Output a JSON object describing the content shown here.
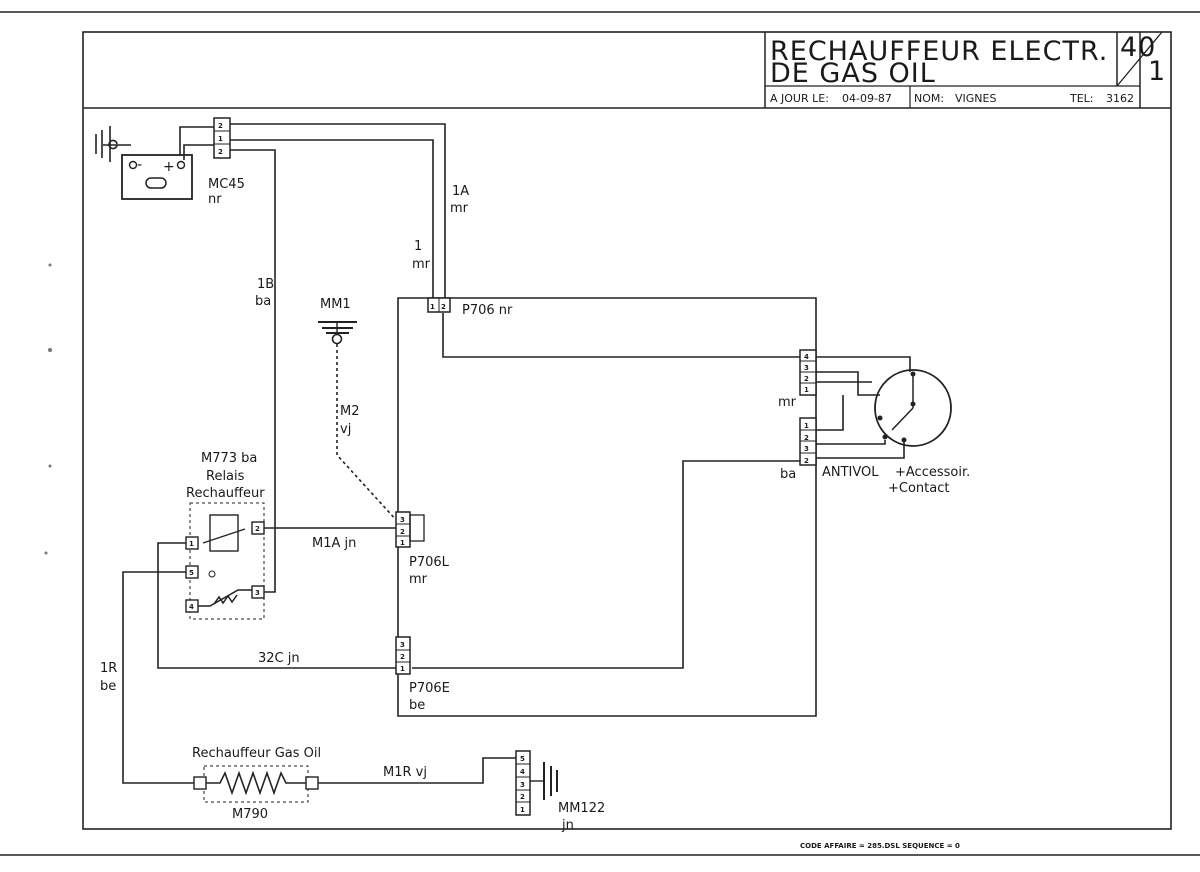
{
  "title_block": {
    "title_line1": "RECHAUFFEUR ELECTR.",
    "title_line2": "DE GAS OIL",
    "sheet_top": "40",
    "sheet_bottom": "1",
    "date_label": "A JOUR LE:",
    "date_value": "04-09-87",
    "name_label": "NOM:",
    "name_value": "VIGNES",
    "tel_label": "TEL:",
    "tel_value": "3162"
  },
  "footer": "CODE AFFAIRE = 285.DSL SEQUENCE = 0",
  "components": {
    "mc45": "MC45",
    "mc45_color": "nr",
    "mm1": "MM1",
    "relay_id": "M773 ba",
    "relay_name1": "Relais",
    "relay_name2": "Rechauffeur",
    "p706": "P706 nr",
    "p706l": "P706L",
    "p706l_color": "mr",
    "p706e": "P706E",
    "p706e_color": "be",
    "antivol": "ANTIVOL",
    "antivol_acc": "+Accessoir.",
    "antivol_contact": "+Contact",
    "heater_name": "Rechauffeur Gas Oil",
    "heater_id": "M790",
    "mm122": "MM122",
    "mm122_color": "jn"
  },
  "wires": {
    "w1a": "1A",
    "w1a_color": "mr",
    "w1": "1",
    "w1_color": "mr",
    "w1b": "1B",
    "w1b_color": "ba",
    "m2": "M2",
    "m2_color": "vj",
    "m1a": "M1A jn",
    "c32": "32C jn",
    "r1": "1R",
    "r1_color": "be",
    "m1r": "M1R vj",
    "antivol_mr": "mr",
    "antivol_ba": "ba"
  },
  "pins": {
    "one": "1",
    "two": "2",
    "three": "3",
    "four": "4",
    "five": "5",
    "twelve": "12",
    "123": "123",
    "1234": "1234",
    "12345": "12345"
  }
}
